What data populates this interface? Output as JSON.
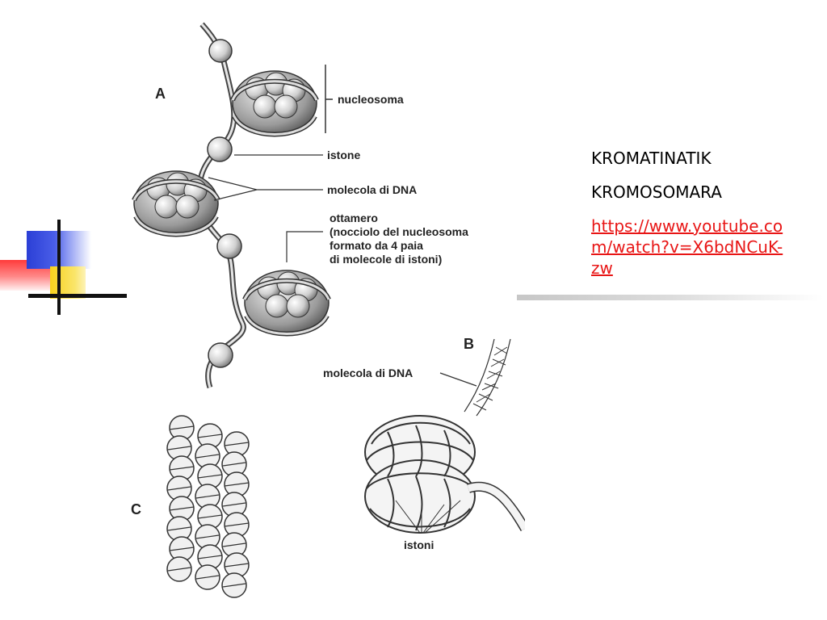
{
  "slide": {
    "lines": [
      "KROMATINATIK",
      "KROMOSOMARA"
    ],
    "link": "https://www.youtube.com/watch?v=X6bdNCuK-zw"
  },
  "figure": {
    "panel_a": "A",
    "panel_b": "B",
    "panel_c": "C",
    "labels": {
      "nucleosoma": "nucleosoma",
      "istone": "istone",
      "molecola_dna": "molecola di DNA",
      "ottamero_1": "ottamero",
      "ottamero_2": "(nocciolo del nucleosoma",
      "ottamero_3": "formato da 4 paia",
      "ottamero_4": "di molecole di istoni)",
      "molecola_dna_b": "molecola di DNA",
      "istoni": "istoni"
    }
  },
  "colors": {
    "link": "#e81515",
    "deco_blue": "#2b3fd6",
    "deco_yellow": "#f7d11c",
    "deco_red": "#ff3b3b"
  }
}
